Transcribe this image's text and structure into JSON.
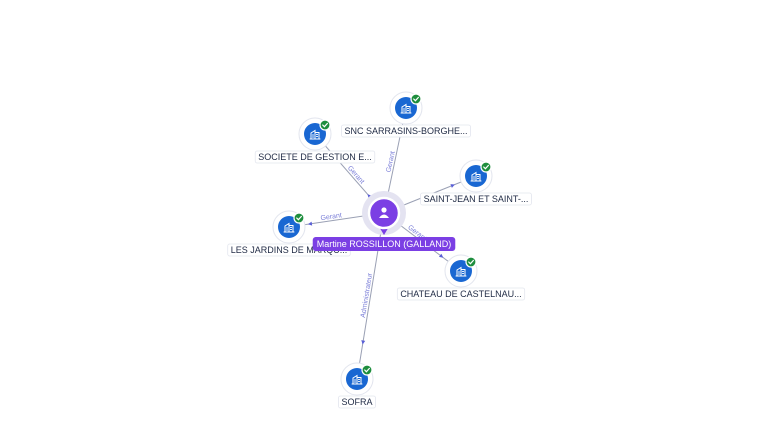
{
  "center": {
    "id": "person",
    "label": "Martine ROSSILLON (GALLAND)",
    "icon": "person-icon",
    "color": "#7b3fe4"
  },
  "nodes": [
    {
      "id": "snc",
      "label": "SNC SARRASINS-BORGHE...",
      "icon": "building-icon",
      "verified_icon": "check-icon"
    },
    {
      "id": "sgestion",
      "label": "SOCIETE DE GESTION E...",
      "icon": "building-icon",
      "verified_icon": "check-icon"
    },
    {
      "id": "saintjean",
      "label": "SAINT-JEAN ET SAINT-...",
      "icon": "building-icon",
      "verified_icon": "check-icon"
    },
    {
      "id": "jardins",
      "label": "LES JARDINS DE MARQU...",
      "icon": "building-icon",
      "verified_icon": "check-icon"
    },
    {
      "id": "chateau",
      "label": "CHATEAU DE CASTELNAU...",
      "icon": "building-icon",
      "verified_icon": "check-icon"
    },
    {
      "id": "sofra",
      "label": "SOFRA",
      "icon": "building-icon",
      "verified_icon": "check-icon"
    }
  ],
  "edges": [
    {
      "to": "snc",
      "label": "Gerant"
    },
    {
      "to": "sgestion",
      "label": "Gerant"
    },
    {
      "to": "saintjean",
      "label": ""
    },
    {
      "to": "jardins",
      "label": "Gerant"
    },
    {
      "to": "chateau",
      "label": "Gerant"
    },
    {
      "to": "sofra",
      "label": "Administrateur"
    }
  ],
  "colors": {
    "company": "#1967d2",
    "verified": "#1e8e3e",
    "edge_label": "#7a7ed8"
  }
}
